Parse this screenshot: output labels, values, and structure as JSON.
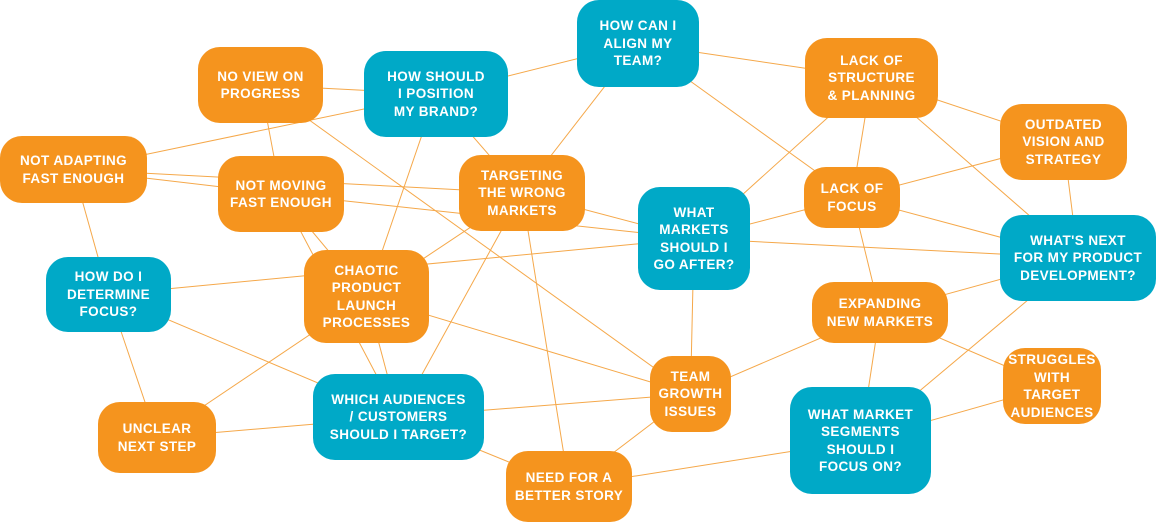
{
  "colors": {
    "problem": "#f5941e",
    "question": "#00a9c7",
    "edge": "#f5a84a"
  },
  "nodes": [
    {
      "id": "no-view-on-progress",
      "type": "problem",
      "label": "NO VIEW ON\nPROGRESS"
    },
    {
      "id": "how-should-i-position-my-brand",
      "type": "question",
      "label": "HOW SHOULD\nI POSITION\nMY BRAND?"
    },
    {
      "id": "how-can-i-align-my-team",
      "type": "question",
      "label": "HOW CAN I\nALIGN MY\nTEAM?"
    },
    {
      "id": "lack-of-structure-planning",
      "type": "problem",
      "label": "LACK OF\nSTRUCTURE\n& PLANNING"
    },
    {
      "id": "outdated-vision-and-strategy",
      "type": "problem",
      "label": "OUTDATED\nVISION AND\nSTRATEGY"
    },
    {
      "id": "not-adapting-fast-enough",
      "type": "problem",
      "label": "NOT ADAPTING\nFAST ENOUGH"
    },
    {
      "id": "not-moving-fast-enough",
      "type": "problem",
      "label": "NOT MOVING\nFAST ENOUGH"
    },
    {
      "id": "targeting-the-wrong-markets",
      "type": "problem",
      "label": "TARGETING\nTHE WRONG\nMARKETS"
    },
    {
      "id": "what-markets-should-i-go-after",
      "type": "question",
      "label": "WHAT\nMARKETS\nSHOULD I\nGO AFTER?"
    },
    {
      "id": "lack-of-focus",
      "type": "problem",
      "label": "LACK OF\nFOCUS"
    },
    {
      "id": "whats-next-for-my-product-development",
      "type": "question",
      "label": "WHAT'S NEXT\nFOR MY PRODUCT\nDEVELOPMENT?"
    },
    {
      "id": "how-do-i-determine-focus",
      "type": "question",
      "label": "HOW DO I\nDETERMINE\nFOCUS?"
    },
    {
      "id": "chaotic-product-launch-processes",
      "type": "problem",
      "label": "CHAOTIC\nPRODUCT\nLAUNCH\nPROCESSES"
    },
    {
      "id": "expanding-new-markets",
      "type": "problem",
      "label": "EXPANDING\nNEW MARKETS"
    },
    {
      "id": "unclear-next-step",
      "type": "problem",
      "label": "UNCLEAR\nNEXT STEP"
    },
    {
      "id": "which-audiences-customers-should-i-target",
      "type": "question",
      "label": "WHICH AUDIENCES\n/ CUSTOMERS\nSHOULD I TARGET?"
    },
    {
      "id": "team-growth-issues",
      "type": "problem",
      "label": "TEAM\nGROWTH\nISSUES"
    },
    {
      "id": "struggles-with-target-audiences",
      "type": "problem",
      "label": "STRUGGLES\nWITH TARGET\nAUDIENCES"
    },
    {
      "id": "what-market-segments-should-i-focus-on",
      "type": "question",
      "label": "WHAT MARKET\nSEGMENTS\nSHOULD I\nFOCUS ON?"
    },
    {
      "id": "need-for-a-better-story",
      "type": "problem",
      "label": "NEED FOR A\nBETTER STORY"
    }
  ],
  "edges": [
    [
      "no-view-on-progress",
      "how-should-i-position-my-brand"
    ],
    [
      "no-view-on-progress",
      "not-moving-fast-enough"
    ],
    [
      "no-view-on-progress",
      "team-growth-issues"
    ],
    [
      "not-adapting-fast-enough",
      "how-should-i-position-my-brand"
    ],
    [
      "not-adapting-fast-enough",
      "targeting-the-wrong-markets"
    ],
    [
      "not-adapting-fast-enough",
      "not-moving-fast-enough"
    ],
    [
      "not-adapting-fast-enough",
      "how-do-i-determine-focus"
    ],
    [
      "how-should-i-position-my-brand",
      "how-can-i-align-my-team"
    ],
    [
      "how-should-i-position-my-brand",
      "targeting-the-wrong-markets"
    ],
    [
      "how-should-i-position-my-brand",
      "chaotic-product-launch-processes"
    ],
    [
      "how-can-i-align-my-team",
      "targeting-the-wrong-markets"
    ],
    [
      "how-can-i-align-my-team",
      "lack-of-structure-planning"
    ],
    [
      "how-can-i-align-my-team",
      "lack-of-focus"
    ],
    [
      "lack-of-structure-planning",
      "outdated-vision-and-strategy"
    ],
    [
      "lack-of-structure-planning",
      "lack-of-focus"
    ],
    [
      "lack-of-structure-planning",
      "what-markets-should-i-go-after"
    ],
    [
      "lack-of-structure-planning",
      "whats-next-for-my-product-development"
    ],
    [
      "outdated-vision-and-strategy",
      "lack-of-focus"
    ],
    [
      "outdated-vision-and-strategy",
      "whats-next-for-my-product-development"
    ],
    [
      "not-moving-fast-enough",
      "what-markets-should-i-go-after"
    ],
    [
      "not-moving-fast-enough",
      "chaotic-product-launch-processes"
    ],
    [
      "not-moving-fast-enough",
      "which-audiences-customers-should-i-target"
    ],
    [
      "targeting-the-wrong-markets",
      "what-markets-should-i-go-after"
    ],
    [
      "targeting-the-wrong-markets",
      "which-audiences-customers-should-i-target"
    ],
    [
      "targeting-the-wrong-markets",
      "need-for-a-better-story"
    ],
    [
      "targeting-the-wrong-markets",
      "chaotic-product-launch-processes"
    ],
    [
      "what-markets-should-i-go-after",
      "lack-of-focus"
    ],
    [
      "what-markets-should-i-go-after",
      "how-do-i-determine-focus"
    ],
    [
      "what-markets-should-i-go-after",
      "team-growth-issues"
    ],
    [
      "what-markets-should-i-go-after",
      "whats-next-for-my-product-development"
    ],
    [
      "lack-of-focus",
      "whats-next-for-my-product-development"
    ],
    [
      "lack-of-focus",
      "expanding-new-markets"
    ],
    [
      "how-do-i-determine-focus",
      "unclear-next-step"
    ],
    [
      "how-do-i-determine-focus",
      "which-audiences-customers-should-i-target"
    ],
    [
      "chaotic-product-launch-processes",
      "unclear-next-step"
    ],
    [
      "chaotic-product-launch-processes",
      "which-audiences-customers-should-i-target"
    ],
    [
      "chaotic-product-launch-processes",
      "team-growth-issues"
    ],
    [
      "expanding-new-markets",
      "whats-next-for-my-product-development"
    ],
    [
      "expanding-new-markets",
      "team-growth-issues"
    ],
    [
      "expanding-new-markets",
      "what-market-segments-should-i-focus-on"
    ],
    [
      "expanding-new-markets",
      "struggles-with-target-audiences"
    ],
    [
      "whats-next-for-my-product-development",
      "what-market-segments-should-i-focus-on"
    ],
    [
      "unclear-next-step",
      "which-audiences-customers-should-i-target"
    ],
    [
      "which-audiences-customers-should-i-target",
      "team-growth-issues"
    ],
    [
      "which-audiences-customers-should-i-target",
      "need-for-a-better-story"
    ],
    [
      "team-growth-issues",
      "need-for-a-better-story"
    ],
    [
      "what-market-segments-should-i-focus-on",
      "struggles-with-target-audiences"
    ],
    [
      "what-market-segments-should-i-focus-on",
      "need-for-a-better-story"
    ]
  ]
}
